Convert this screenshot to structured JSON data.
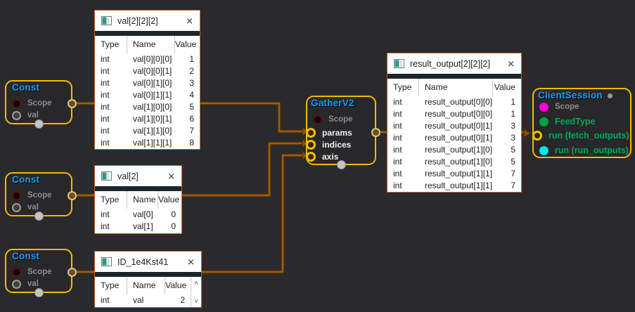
{
  "colors": {
    "canvas_bg": "#2a2a2c",
    "node_border_yellow": "#f2ba00",
    "node_title_blue": "#1f9af2",
    "wire_orange": "#a05c0e",
    "wire_outline": "#4f2e08",
    "table_border": "#c4602c",
    "titlebar_separator_band": "#1d242b",
    "port_scope_ring": "#5c0f0f",
    "port_val_gray": "#9c9c9c",
    "port_input_yellow": "#f0be00",
    "port_magenta": "#ff00dd",
    "port_green": "#00a045",
    "port_cyan": "#00e8e8",
    "label_gray": "#8c8c8c",
    "label_green": "#00a85c"
  },
  "nodes": {
    "const1": {
      "title": "Const",
      "ports": {
        "scope": "Scope",
        "val": "val"
      }
    },
    "const2": {
      "title": "Const",
      "ports": {
        "scope": "Scope",
        "val": "val"
      }
    },
    "const3": {
      "title": "Const",
      "ports": {
        "scope": "Scope",
        "val": "val"
      }
    },
    "gather": {
      "title": "GatherV2",
      "ports": {
        "scope": "Scope",
        "params": "params",
        "indices": "indices",
        "axis": "axis"
      }
    },
    "session": {
      "title": "ClientSession",
      "ports": {
        "scope": "Scope",
        "feedtype": "FeedType",
        "fetch": "run (fetch_outputs)",
        "run": "run (run_outputs)"
      }
    }
  },
  "tables": {
    "val222": {
      "title": "val[2][2][2]",
      "columns": [
        "Type",
        "Name",
        "Value"
      ],
      "rows": [
        [
          "int",
          "val[0][0][0]",
          "1"
        ],
        [
          "int",
          "val[0][0][1]",
          "2"
        ],
        [
          "int",
          "val[0][1][0]",
          "3"
        ],
        [
          "int",
          "val[0][1][1]",
          "4"
        ],
        [
          "int",
          "val[1][0][0]",
          "5"
        ],
        [
          "int",
          "val[1][0][1]",
          "6"
        ],
        [
          "int",
          "val[1][1][0]",
          "7"
        ],
        [
          "int",
          "val[1][1][1]",
          "8"
        ]
      ]
    },
    "result": {
      "title": "result_output[2][2][2]",
      "columns": [
        "Type",
        "Name",
        "Value"
      ],
      "rows": [
        [
          "int",
          "result_output[0][0][0]",
          "1"
        ],
        [
          "int",
          "result_output[0][0][1]",
          "1"
        ],
        [
          "int",
          "result_output[0][1][0]",
          "3"
        ],
        [
          "int",
          "result_output[0][1][1]",
          "3"
        ],
        [
          "int",
          "result_output[1][0][0]",
          "5"
        ],
        [
          "int",
          "result_output[1][0][1]",
          "5"
        ],
        [
          "int",
          "result_output[1][1][0]",
          "7"
        ],
        [
          "int",
          "result_output[1][1][1]",
          "7"
        ]
      ]
    },
    "val2": {
      "title": "val[2]",
      "columns": [
        "Type",
        "Name",
        "Value"
      ],
      "rows": [
        [
          "int",
          "val[0]",
          "0"
        ],
        [
          "int",
          "val[1]",
          "0"
        ]
      ]
    },
    "idtable": {
      "title": "ID_1e4Kst41",
      "columns": [
        "Type",
        "Name",
        "Value"
      ],
      "rows": [
        [
          "int",
          "val",
          "2"
        ]
      ]
    }
  },
  "window": {
    "close_label": "✕"
  },
  "scrollbar": {
    "up": "∧",
    "down": "∨"
  }
}
